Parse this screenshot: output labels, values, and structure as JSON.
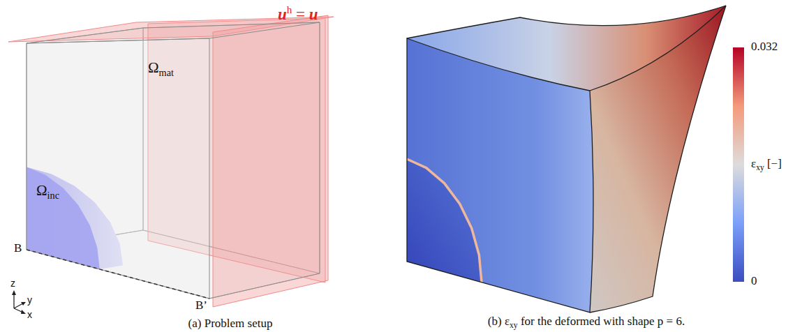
{
  "diagram": {
    "labels": [
      "u",
      "h",
      "=",
      "u",
      "Ω",
      "mat",
      "Ω",
      "inc",
      "B",
      "B’",
      "z",
      "y",
      "x",
      "(a) Problem setup",
      "(b) ε",
      "xy",
      "for the deformed with shape p = 6.",
      "0.032",
      "ε",
      "xy",
      "[−]",
      "0"
    ]
  }
}
